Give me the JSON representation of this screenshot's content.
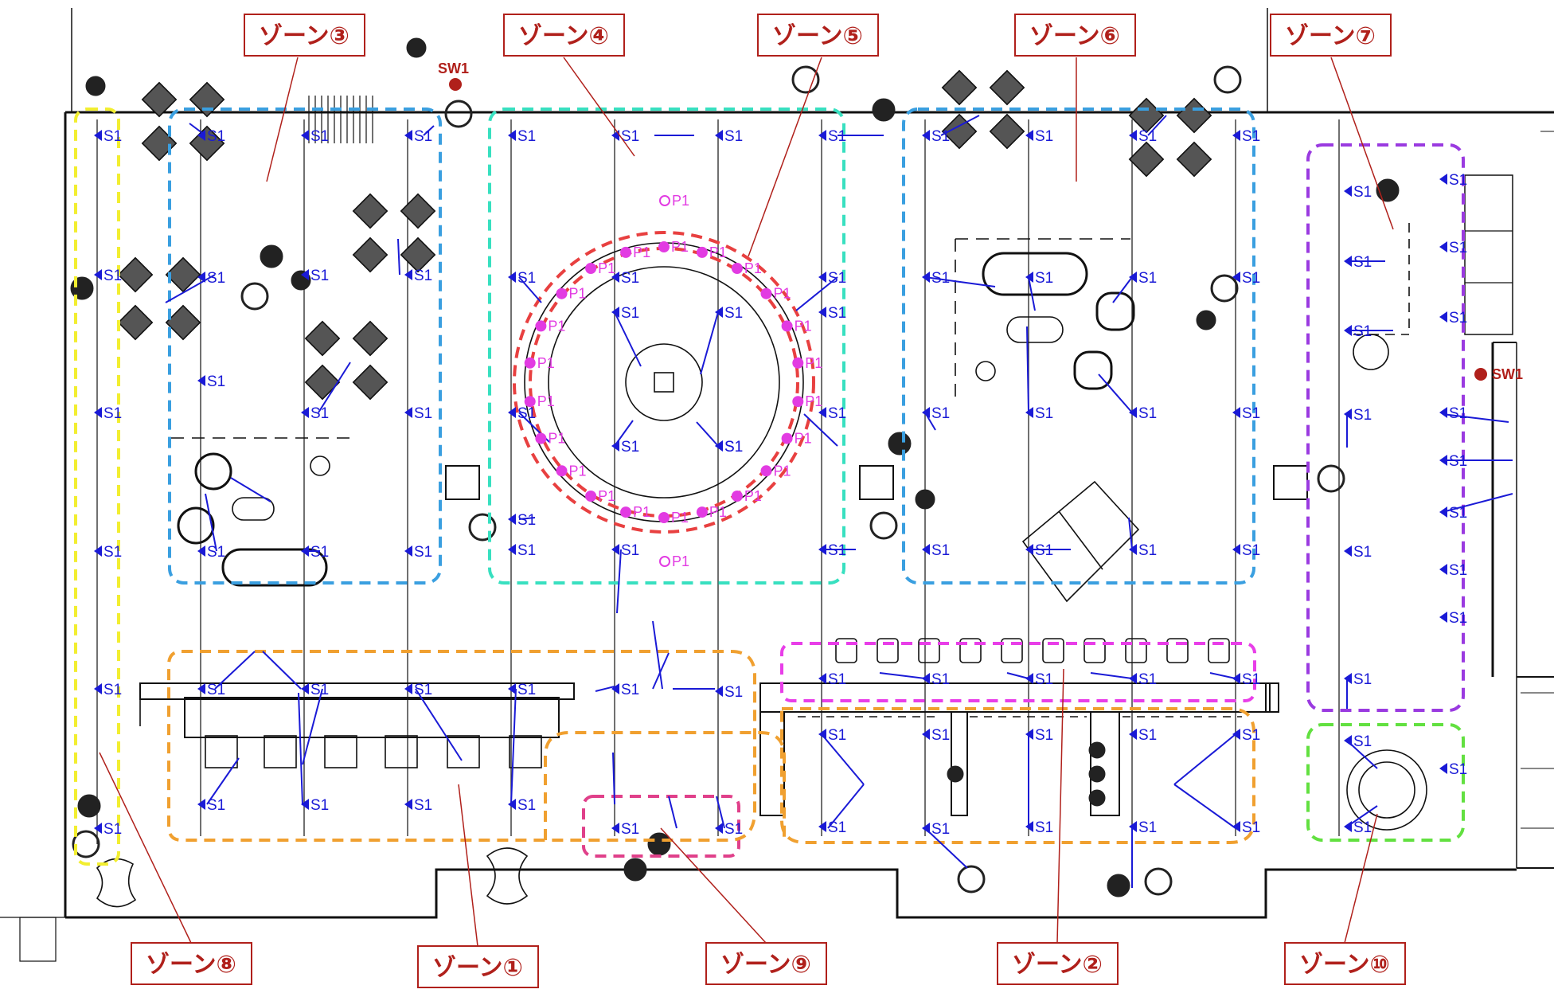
{
  "zones": [
    {
      "id": "zone-1",
      "label": "ゾーン①",
      "color": "#f0a030"
    },
    {
      "id": "zone-2",
      "label": "ゾーン②",
      "color": "#e83ee8"
    },
    {
      "id": "zone-3",
      "label": "ゾーン③",
      "color": "#3a9fe0"
    },
    {
      "id": "zone-4",
      "label": "ゾーン④",
      "color": "#38e0c0"
    },
    {
      "id": "zone-5",
      "label": "ゾーン⑤",
      "color": "#e84040"
    },
    {
      "id": "zone-6",
      "label": "ゾーン⑥",
      "color": "#3a9fe0"
    },
    {
      "id": "zone-7",
      "label": "ゾーン⑦",
      "color": "#9a3ae0"
    },
    {
      "id": "zone-8",
      "label": "ゾーン⑧",
      "color": "#f2ee30"
    },
    {
      "id": "zone-9",
      "label": "ゾーン⑨",
      "color": "#e0408a"
    },
    {
      "id": "zone-10",
      "label": "ゾーン⑩",
      "color": "#62e040"
    }
  ],
  "speaker_label": "S1",
  "pendant_label": "P1",
  "switch_label": "SW1",
  "colors": {
    "label_red": "#b0201b",
    "speaker_blue": "#1a1ad6",
    "pendant_magenta": "#e23be2",
    "wall": "#000000"
  }
}
